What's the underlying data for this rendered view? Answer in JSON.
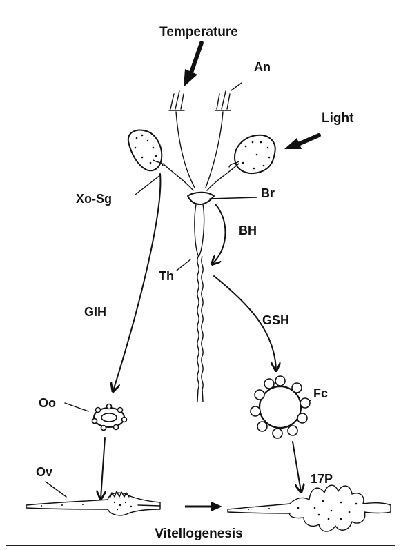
{
  "labels": {
    "temperature": "Temperature",
    "light": "Light",
    "an": "An",
    "xo_sg": "Xo-Sg",
    "br": "Br",
    "bh": "BH",
    "th": "Th",
    "gih": "GIH",
    "gsh": "GSH",
    "oo": "Oo",
    "fc": "Fc",
    "ov": "Ov",
    "p17": "17P",
    "vitellogenesis": "Vitellogenesis"
  }
}
